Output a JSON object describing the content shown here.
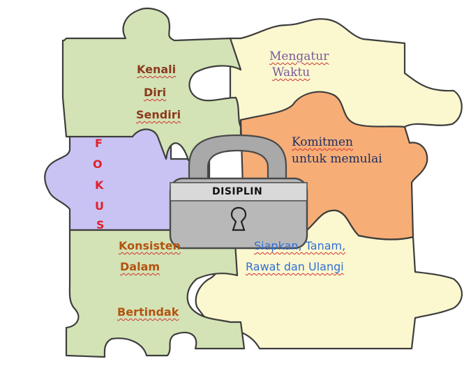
{
  "pieces": {
    "kenali": {
      "line1": "Kenali",
      "line2": "Diri",
      "line3": "Sendiri",
      "color": "#d3e3b5"
    },
    "mengatur": {
      "line1": "Mengatur",
      "line2": "Waktu",
      "color": "#fbf7cf"
    },
    "komitmen": {
      "line1": "Komitmen",
      "line2": "untuk memulai",
      "color": "#f6ad76"
    },
    "fokus": {
      "letters": [
        "F",
        "O",
        "K",
        "U",
        "S"
      ],
      "color": "#c9c3f3"
    },
    "konsisten": {
      "line1": "Konsisten",
      "line2": "Dalam",
      "line3": "Bertindak",
      "color": "#d3e3b5"
    },
    "siapkan": {
      "line1": "Siapkan, Tanam,",
      "line2": "Rawat dan Ulangi",
      "color": "#fbf7cf"
    }
  },
  "lock": {
    "label": "DISIPLIN",
    "body_color": "#b8b8b8",
    "shackle_color": "#a9a9a9"
  }
}
